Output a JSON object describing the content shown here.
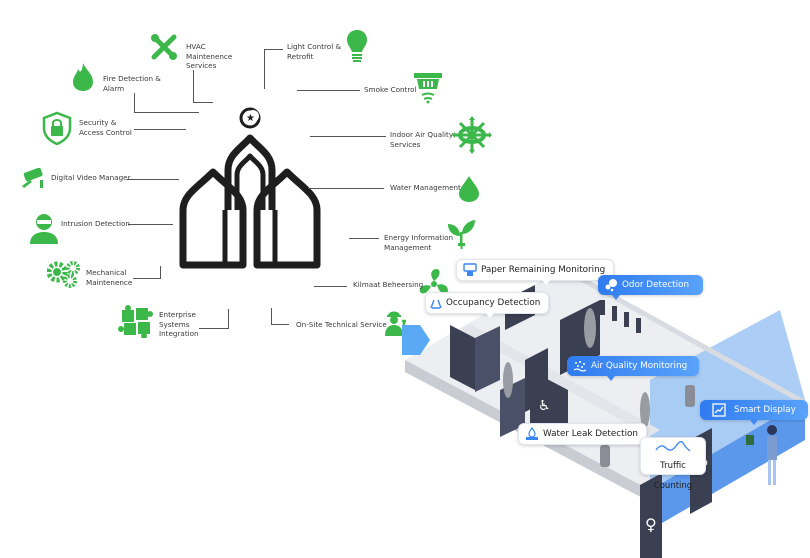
{
  "diagram": {
    "colors": {
      "icon_green": "#3cb84a",
      "line_gray": "#555555",
      "tag_blue": "#3a86f4",
      "mosque_black": "#1e1e1e"
    },
    "center_icon": "mosque-icon",
    "services": [
      {
        "id": "hvac",
        "label": "HVAC\nMaintenence\nServices",
        "icon": "wrench-screwdriver-icon"
      },
      {
        "id": "fire",
        "label": "Fire Detection &\nAlarm",
        "icon": "flame-icon"
      },
      {
        "id": "security",
        "label": "Security &\nAccess Control",
        "icon": "shield-lock-icon"
      },
      {
        "id": "video",
        "label": "Digital Video Manager",
        "icon": "cctv-camera-icon"
      },
      {
        "id": "intrusion",
        "label": "Intrusion Detection",
        "icon": "masked-person-icon"
      },
      {
        "id": "mechanical",
        "label": "Mechanical\nMaintenence",
        "icon": "gears-icon"
      },
      {
        "id": "enterprise",
        "label": "Enterprise\nSystems\nIntegration",
        "icon": "puzzle-icon"
      },
      {
        "id": "light",
        "label": "Light Control &\nRetrofit",
        "icon": "lightbulb-icon"
      },
      {
        "id": "smoke",
        "label": "Smoke Control",
        "icon": "smoke-detector-icon"
      },
      {
        "id": "air",
        "label": "Indoor Air Quality\nServices",
        "icon": "air-arrows-icon"
      },
      {
        "id": "water",
        "label": "Water Management",
        "icon": "water-drop-icon"
      },
      {
        "id": "energy",
        "label": "Energy Information\nManagement",
        "icon": "plant-plug-icon"
      },
      {
        "id": "klimaat",
        "label": "Kilmaat Beheersing",
        "icon": "fan-icon"
      },
      {
        "id": "onsite",
        "label": "On-Site Technical Service",
        "icon": "technician-icon"
      }
    ]
  },
  "restroom": {
    "tags": [
      {
        "id": "paper",
        "label": "Paper Remaining Monitoring",
        "style": "white",
        "icon": "paper-dispenser-icon"
      },
      {
        "id": "occupancy",
        "label": "Occupancy Detection",
        "style": "white",
        "icon": "occupancy-sensor-icon"
      },
      {
        "id": "odor",
        "label": "Odor Detection",
        "style": "blue",
        "icon": "bubbles-icon"
      },
      {
        "id": "airq",
        "label": "Air Quality Monitoring",
        "style": "blue",
        "icon": "air-particles-icon"
      },
      {
        "id": "display",
        "label": "Smart Display",
        "style": "blue",
        "icon": "chart-display-icon"
      },
      {
        "id": "leak",
        "label": "Water Leak Detection",
        "style": "white",
        "icon": "water-leak-icon"
      },
      {
        "id": "traffic",
        "label": "Truffic Counting",
        "style": "white",
        "icon": "traffic-wave-icon"
      }
    ]
  }
}
